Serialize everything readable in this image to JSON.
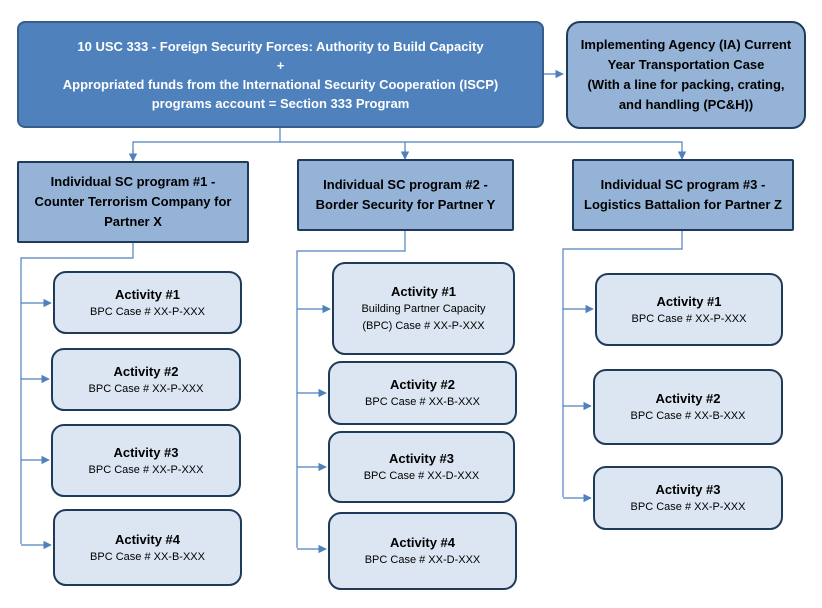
{
  "top": {
    "line1": "10 USC 333 - Foreign Security Forces: Authority to Build Capacity",
    "plus": "+",
    "line2": "Appropriated funds from the International Security Cooperation (ISCP)",
    "line3": "programs account = Section 333 Program"
  },
  "ia": {
    "line1": "Implementing Agency (IA) Current",
    "line2": "Year Transportation Case",
    "line3": "(With a line for packing, crating,",
    "line4": "and handling (PC&H))"
  },
  "programs": [
    {
      "line1": "Individual SC program #1 -",
      "line2": "Counter Terrorism Company for",
      "line3": "Partner X",
      "activities": [
        {
          "title": "Activity #1",
          "case": "BPC Case # XX-P-XXX"
        },
        {
          "title": "Activity #2",
          "case": "BPC Case # XX-P-XXX"
        },
        {
          "title": "Activity #3",
          "case": "BPC Case # XX-P-XXX"
        },
        {
          "title": "Activity #4",
          "case": "BPC Case # XX-B-XXX"
        }
      ]
    },
    {
      "line1": "Individual SC program #2 -",
      "line2": "Border Security for Partner Y",
      "activities": [
        {
          "title": "Activity #1",
          "desc1": "Building Partner Capacity",
          "desc2": "(BPC) Case # XX-P-XXX"
        },
        {
          "title": "Activity #2",
          "case": "BPC Case # XX-B-XXX"
        },
        {
          "title": "Activity #3",
          "case": "BPC Case # XX-D-XXX"
        },
        {
          "title": "Activity #4",
          "case": "BPC Case # XX-D-XXX"
        }
      ]
    },
    {
      "line1": "Individual SC program #3 -",
      "line2": "Logistics Battalion for Partner Z",
      "activities": [
        {
          "title": "Activity #1",
          "case": "BPC Case # XX-P-XXX"
        },
        {
          "title": "Activity #2",
          "case": "BPC Case # XX-B-XXX"
        },
        {
          "title": "Activity #3",
          "case": "BPC Case # XX-P-XXX"
        }
      ]
    }
  ],
  "colors": {
    "top_fill": "#4f81bd",
    "program_fill": "#95b3d7",
    "activity_fill": "#dce6f2",
    "connector": "#4f81bd",
    "border": "#1f3b5a"
  }
}
